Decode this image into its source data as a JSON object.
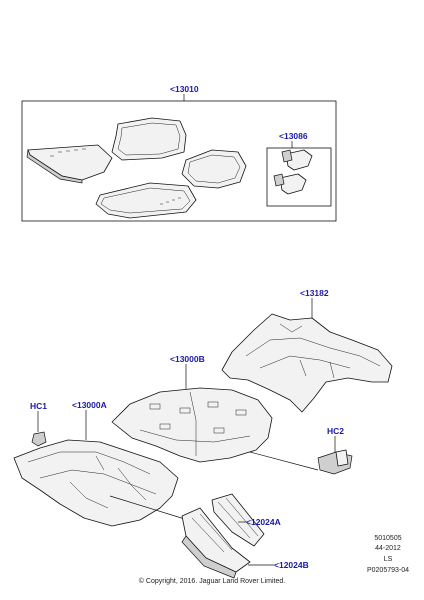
{
  "callouts": {
    "c13010": "<13010",
    "c13086": "<13086",
    "c13182": "<13182",
    "c13000b": "<13000B",
    "hc1": "HC1",
    "c13000a": "<13000A",
    "hc2": "HC2",
    "c12024a": "<12024A",
    "c12024b": "<12024B"
  },
  "meta": {
    "code1": "5010505",
    "code2": "44-2012",
    "code3": "LS",
    "code4": "P0205793-04"
  },
  "copyright": "© Copyright, 2016. Jaguar Land Rover Limited."
}
